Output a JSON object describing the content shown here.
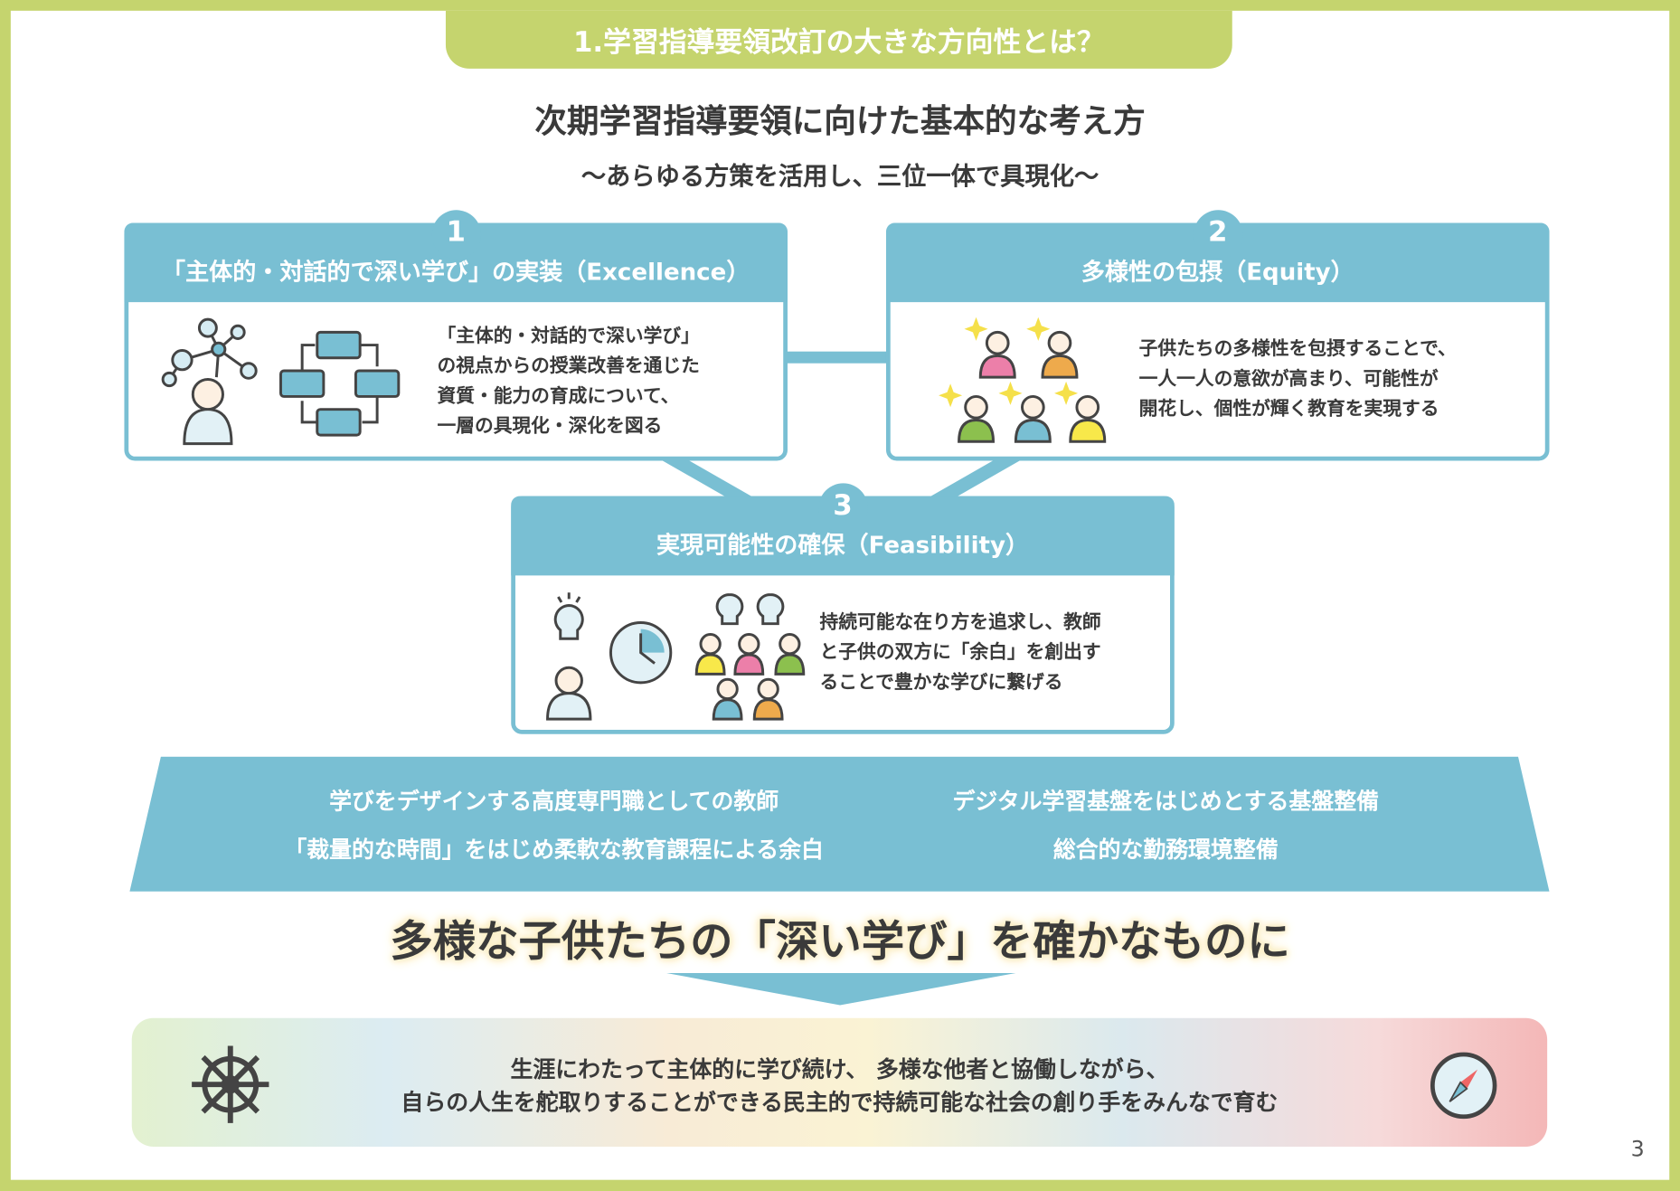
{
  "title_tab": "1.学習指導要領改訂の大きな方向性とは？",
  "heading": "次期学習指導要領に向けた基本的な考え方",
  "subheading": "〜あらゆる方策を活用し、三位一体で具現化〜",
  "pillars": [
    {
      "number": "1",
      "title": "「主体的・対話的で深い学び」の実装（Excellence）",
      "lines": [
        "「主体的・対話的で深い学び」",
        "の視点からの授業改善を通じた",
        "資質・能力の育成について、",
        "一層の具現化・深化を図る"
      ]
    },
    {
      "number": "2",
      "title": "多様性の包摂（Equity）",
      "lines": [
        "子供たちの多様性を包摂することで、",
        "一人一人の意欲が高まり、可能性が",
        "開花し、個性が輝く教育を実現する"
      ]
    },
    {
      "number": "3",
      "title": "実現可能性の確保（Feasibility）",
      "lines": [
        "持続可能な在り方を追求し、教師",
        "と子供の双方に「余白」を創出す",
        "ることで豊かな学びに繋げる"
      ]
    }
  ],
  "foundation": [
    "学びをデザインする高度専門職としての教師",
    "デジタル学習基盤をはじめとする基盤整備",
    "「裁量的な時間」をはじめ柔軟な教育課程による余白",
    "総合的な勤務環境整備"
  ],
  "goal": "多様な子供たちの「深い学び」を確かなものに",
  "vision": [
    "生涯にわたって主体的に学び続け、 多様な他者と協働しながら、",
    "自らの人生を舵取りすることができる民主的で持続可能な社会の創り手をみんなで育む"
  ],
  "page_number": "3",
  "colors": {
    "frame": "#c5d46e",
    "accent": "#79bfd3",
    "text": "#3a3a3a"
  }
}
